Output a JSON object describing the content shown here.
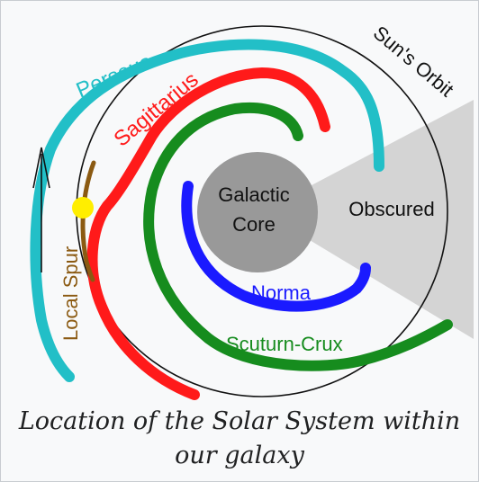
{
  "diagram": {
    "labels": {
      "perseus": "Perseus",
      "sagittarius": "Sagittarius",
      "suns_orbit": "Sun's Orbit",
      "galactic_core_line1": "Galactic",
      "galactic_core_line2": "Core",
      "obscured": "Obscured",
      "local_spur": "Local Spur",
      "norma": "Norma",
      "scutum_crux": "Scuturn-Crux"
    },
    "colors": {
      "perseus": "#22bfc7",
      "sagittarius": "#ff1a1a",
      "scutum_crux": "#168c1e",
      "norma": "#1a1aff",
      "local_spur": "#8b5a12",
      "sun": "#ffee00",
      "galactic_core": "#999999",
      "obscured_region": "#d4d4d4",
      "orbit": "#111111"
    },
    "icons": {
      "sun": "sun-icon",
      "direction": "up-arrow-icon"
    }
  },
  "caption": {
    "line1": "Location of the Solar System within",
    "line2": "our galaxy"
  }
}
